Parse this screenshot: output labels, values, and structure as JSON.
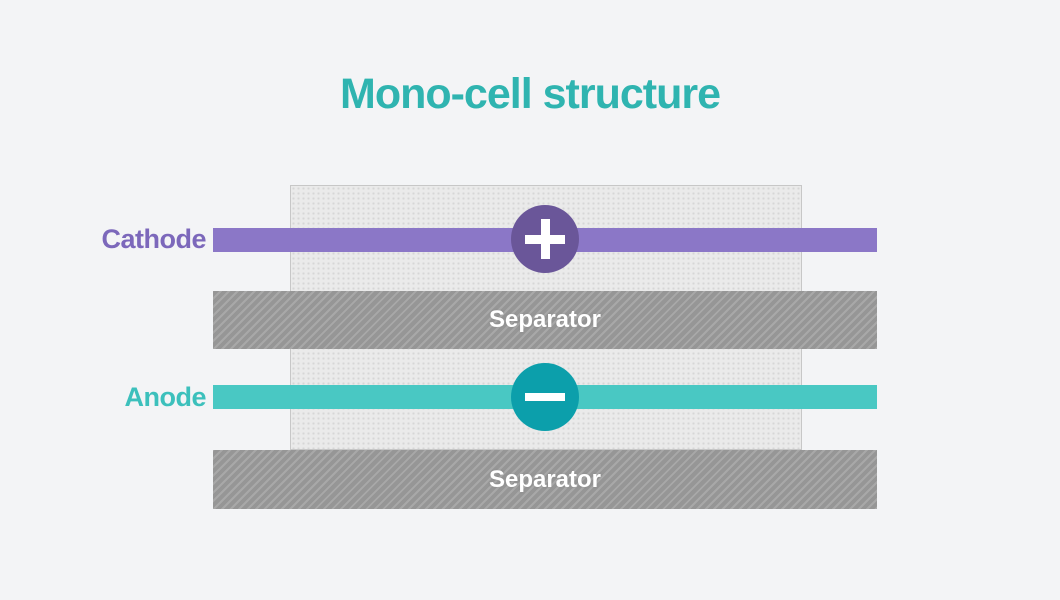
{
  "diagram": {
    "title": "Mono-cell structure",
    "cathode": {
      "label": "Cathode",
      "polarity_symbol": "+",
      "bar_color": "#8b77c7",
      "circle_color": "#6a5699",
      "label_color": "#7c68bb"
    },
    "anode": {
      "label": "Anode",
      "polarity_symbol": "−",
      "bar_color": "#49c8c3",
      "circle_color": "#0c9fab",
      "label_color": "#3cc0bc"
    },
    "separators": [
      {
        "label": "Separator"
      },
      {
        "label": "Separator"
      }
    ],
    "colors": {
      "page_background": "#f3f4f6",
      "title": "#2fb4b0",
      "separator_base": "#999999",
      "separator_text": "#ffffff",
      "stack_panel": "#eaeaea",
      "stack_panel_border": "#c7c7c7"
    }
  }
}
